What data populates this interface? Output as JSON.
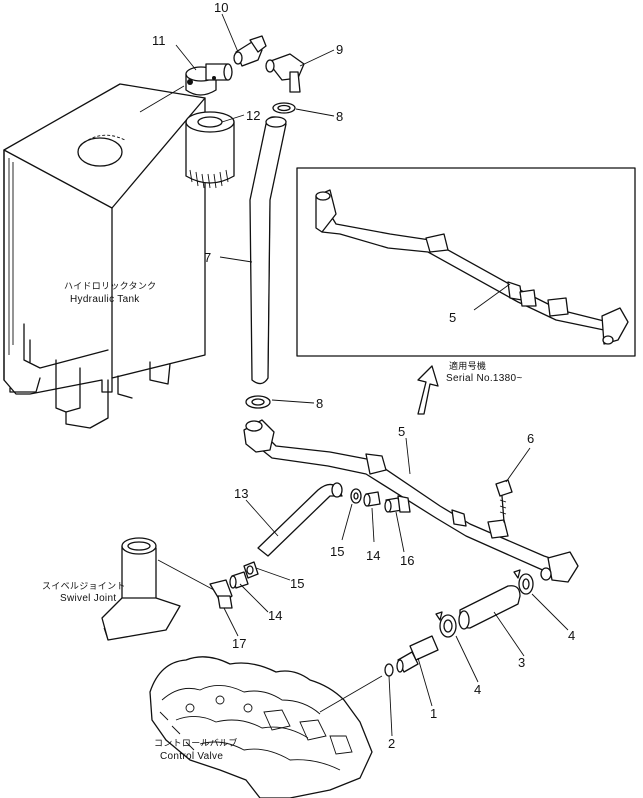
{
  "parts": [
    {
      "id": "p1",
      "number": "1"
    },
    {
      "id": "p2",
      "number": "2"
    },
    {
      "id": "p3",
      "number": "3"
    },
    {
      "id": "p4a",
      "number": "4"
    },
    {
      "id": "p4b",
      "number": "4"
    },
    {
      "id": "p5",
      "number": "5"
    },
    {
      "id": "p5inset",
      "number": "5"
    },
    {
      "id": "p6",
      "number": "6"
    },
    {
      "id": "p7",
      "number": "7"
    },
    {
      "id": "p8a",
      "number": "8"
    },
    {
      "id": "p8b",
      "number": "8"
    },
    {
      "id": "p9",
      "number": "9"
    },
    {
      "id": "p10",
      "number": "10"
    },
    {
      "id": "p11",
      "number": "11"
    },
    {
      "id": "p12",
      "number": "12"
    },
    {
      "id": "p13",
      "number": "13"
    },
    {
      "id": "p14a",
      "number": "14"
    },
    {
      "id": "p14b",
      "number": "14"
    },
    {
      "id": "p15a",
      "number": "15"
    },
    {
      "id": "p15b",
      "number": "15"
    },
    {
      "id": "p16",
      "number": "16"
    },
    {
      "id": "p17",
      "number": "17"
    }
  ],
  "labels": {
    "hydraulic_tank_jp": "ハイドロリックタンク",
    "hydraulic_tank_en": "Hydraulic Tank",
    "swivel_joint_jp": "スイベルジョイント",
    "swivel_joint_en": "Swivel Joint",
    "control_valve_jp": "コントロールバルブ",
    "control_valve_en": "Control Valve",
    "serial_jp": "適用号機",
    "serial_en": "Serial No.1380~"
  }
}
